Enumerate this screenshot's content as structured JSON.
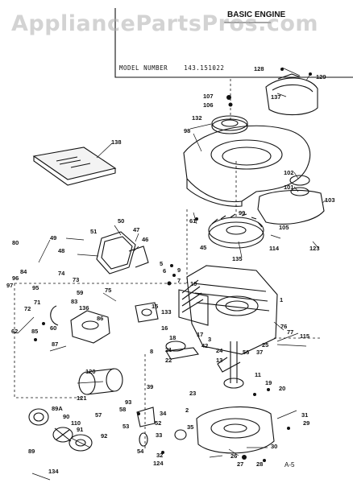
{
  "watermark": "AppliancePartsPros.com",
  "header": {
    "title": "BASIC ENGINE",
    "model_label": "MODEL NUMBER",
    "model_number": "143.151022"
  },
  "page_code": "A-5",
  "colors": {
    "ink": "#111111",
    "paper": "#ffffff",
    "watermark": "#afafaf"
  },
  "callouts": {
    "c128": "128",
    "c129": "129",
    "c107": "107",
    "c106": "106",
    "c137": "137",
    "c132": "132",
    "c98": "98",
    "c138": "138",
    "c102": "102",
    "c101": "101",
    "c103": "103",
    "c99": "99",
    "c61": "61",
    "c50": "50",
    "c47": "47",
    "c46": "46",
    "c49": "49",
    "c51": "51",
    "c80": "80",
    "c48": "48",
    "c105": "105",
    "c114": "114",
    "c123": "123",
    "c45": "45",
    "c135": "135",
    "c96": "96",
    "c97": "97",
    "c84": "84",
    "c95": "95",
    "c74": "74",
    "c73": "73",
    "c5": "5",
    "c6": "6",
    "c9": "9",
    "c7": "7",
    "c10": "10",
    "c75": "75",
    "c59": "59",
    "c71": "71",
    "c72": "72",
    "c83": "83",
    "c136": "136",
    "c15": "15",
    "c133": "133",
    "c1": "1",
    "c60": "60",
    "c62": "62",
    "c85": "85",
    "c86": "86",
    "c87": "87",
    "c76": "76",
    "c115": "115",
    "c77": "77",
    "c16": "16",
    "c17": "17",
    "c3": "3",
    "c42": "42",
    "c24": "24",
    "c56": "56",
    "c37": "37",
    "c25": "25",
    "c18": "18",
    "c21": "21",
    "c120": "120",
    "c22": "22",
    "c13": "13",
    "c11": "11",
    "c19": "19",
    "c20": "20",
    "c121": "121",
    "c39": "39",
    "c93": "93",
    "c58": "58",
    "c23": "23",
    "c57": "57",
    "c53": "53",
    "c2": "2",
    "c34": "34",
    "c89A": "89A",
    "c90": "90",
    "c110": "110",
    "c91": "91",
    "c92": "92",
    "c52": "52",
    "c33": "33",
    "c35": "35",
    "c31": "31",
    "c29": "29",
    "c89": "89",
    "c54": "54",
    "c32": "32",
    "c124": "124",
    "c30": "30",
    "c26": "26",
    "c27": "27",
    "c28": "28",
    "c134": "134",
    "c8": "8"
  }
}
